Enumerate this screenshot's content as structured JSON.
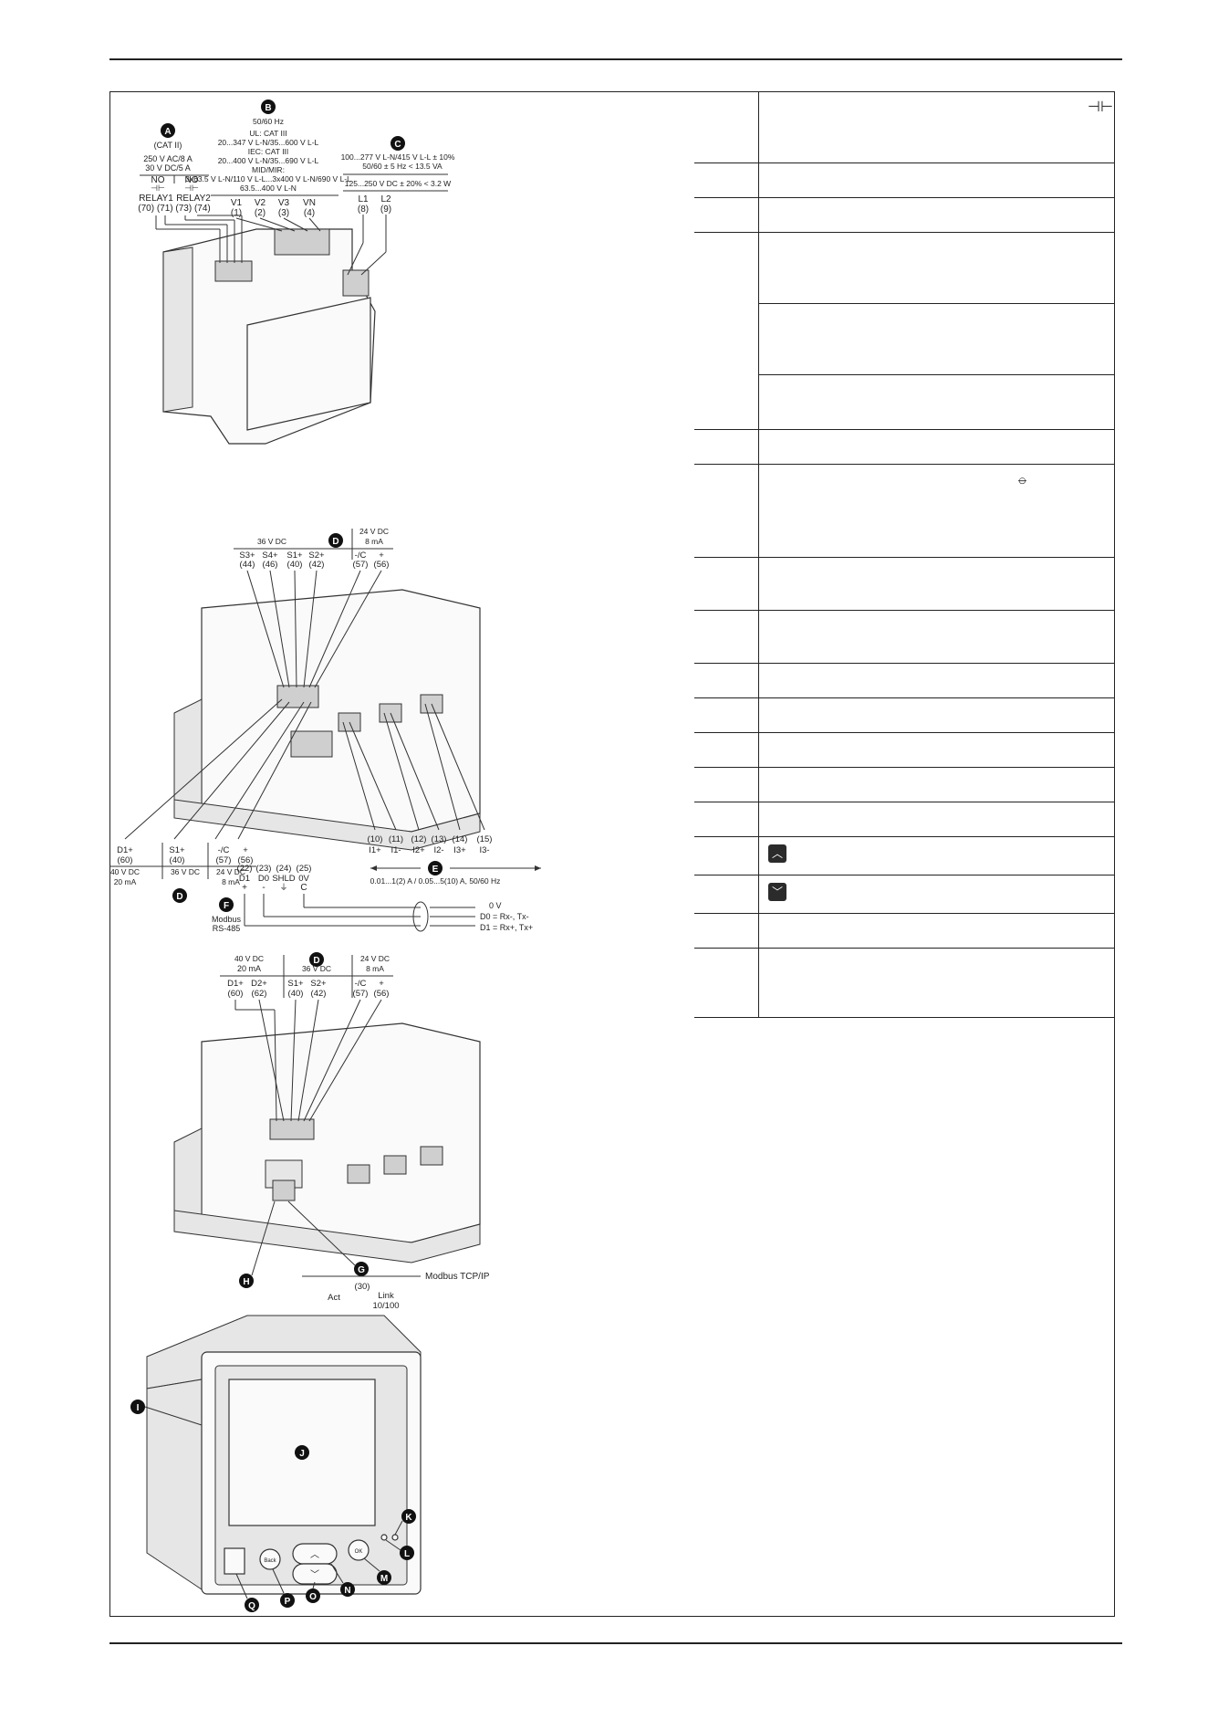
{
  "figure": {
    "labels": {
      "A": "A",
      "B": "B",
      "C": "C",
      "D": "D",
      "E": "E",
      "F": "F",
      "G": "G",
      "H": "H",
      "I": "I",
      "J": "J",
      "K": "K",
      "L": "L",
      "M": "M",
      "N": "N",
      "O": "O",
      "P": "P",
      "Q": "Q"
    },
    "relay": {
      "cat": "(CAT II)",
      "rating1": "250 V AC/8 A",
      "rating2": "30 V DC/5 A",
      "no1": "NO",
      "no2": "NO",
      "relay1": "RELAY1",
      "relay2": "RELAY2",
      "pins": "(70) (71) (73) (74)"
    },
    "voltage": {
      "freq": "50/60 Hz",
      "ul": "UL: CAT III",
      "ul_range": "20...347 V L-N/35...600 V L-L",
      "iec": "IEC: CAT III",
      "iec_range": "20...400 V L-N/35...690 V L-L",
      "mid": "MID/MIR:",
      "mid_range": "3x63.5 V L-N/110 V L-L...3x400 V L-N/690 V L-L",
      "mid_range2": "63.5...400 V L-N",
      "terminals": [
        "V1",
        "V2",
        "V3",
        "VN"
      ],
      "pins": [
        "(1)",
        "(2)",
        "(3)",
        "(4)"
      ]
    },
    "power": {
      "ac": "100...277 V L-N/415 V L-L ± 10%",
      "ac2": "50/60 ± 5 Hz < 13.5 VA",
      "dc": "125...250 V DC ± 20% < 3.2 W",
      "terminals": [
        "L1",
        "L2"
      ],
      "pins": [
        "(8)",
        "(9)"
      ]
    },
    "digital_top": {
      "v36": "36 V DC",
      "v24": "24 V DC",
      "ma8": "8 mA",
      "terminals": [
        "S3+",
        "S4+",
        "S1+",
        "S2+",
        "-/C",
        "+"
      ],
      "pins": [
        "(44)",
        "(46)",
        "(40)",
        "(42)",
        "(57)",
        "(56)"
      ]
    },
    "digital_mid": {
      "terminals": [
        "D1+",
        "S1+",
        "-/C",
        "+"
      ],
      "pins": [
        "(60)",
        "(40)",
        "(57)",
        "(56)"
      ],
      "v40": "40 V DC",
      "ma20": "20 mA",
      "v36": "36 V DC",
      "v24": "24 V DC",
      "ma8": "8 mA"
    },
    "comm": {
      "pins": [
        "(22)",
        "(23)",
        "(24)",
        "(25)"
      ],
      "terminals": [
        "D1",
        "D0",
        "SHLD",
        "0V"
      ],
      "signs": [
        "+",
        "-",
        "C"
      ],
      "modbus": "Modbus",
      "rs485": "RS-485",
      "zero_v": "0 V",
      "d0": "D0 = Rx-, Tx-",
      "d1": "D1 = Rx+, Tx+"
    },
    "current": {
      "pins": [
        "(10)",
        "(11)",
        "(12)",
        "(13)",
        "(14)",
        "(15)"
      ],
      "terminals": [
        "I1+",
        "I1-",
        "I2+",
        "I2-",
        "I3+",
        "I3-"
      ],
      "range": "0.01...1(2) A / 0.05...5(10) A, 50/60 Hz"
    },
    "digital_bottom": {
      "v40": "40 V DC",
      "ma20": "20 mA",
      "v36": "36 V DC",
      "v24": "24 V DC",
      "ma8": "8 mA",
      "terminals": [
        "D1+",
        "D2+",
        "S1+",
        "S2+",
        "-/C",
        "+"
      ],
      "pins": [
        "(60)",
        "(62)",
        "(40)",
        "(42)",
        "(57)",
        "(56)"
      ]
    },
    "ethernet": {
      "modbus_tcp": "Modbus TCP/IP",
      "pin": "(30)",
      "act": "Act",
      "link": "Link",
      "speed": "10/100"
    },
    "front": {
      "back": "Back",
      "ok": "OK"
    }
  },
  "colors": {
    "ink": "#222222",
    "badge": "#111111"
  }
}
